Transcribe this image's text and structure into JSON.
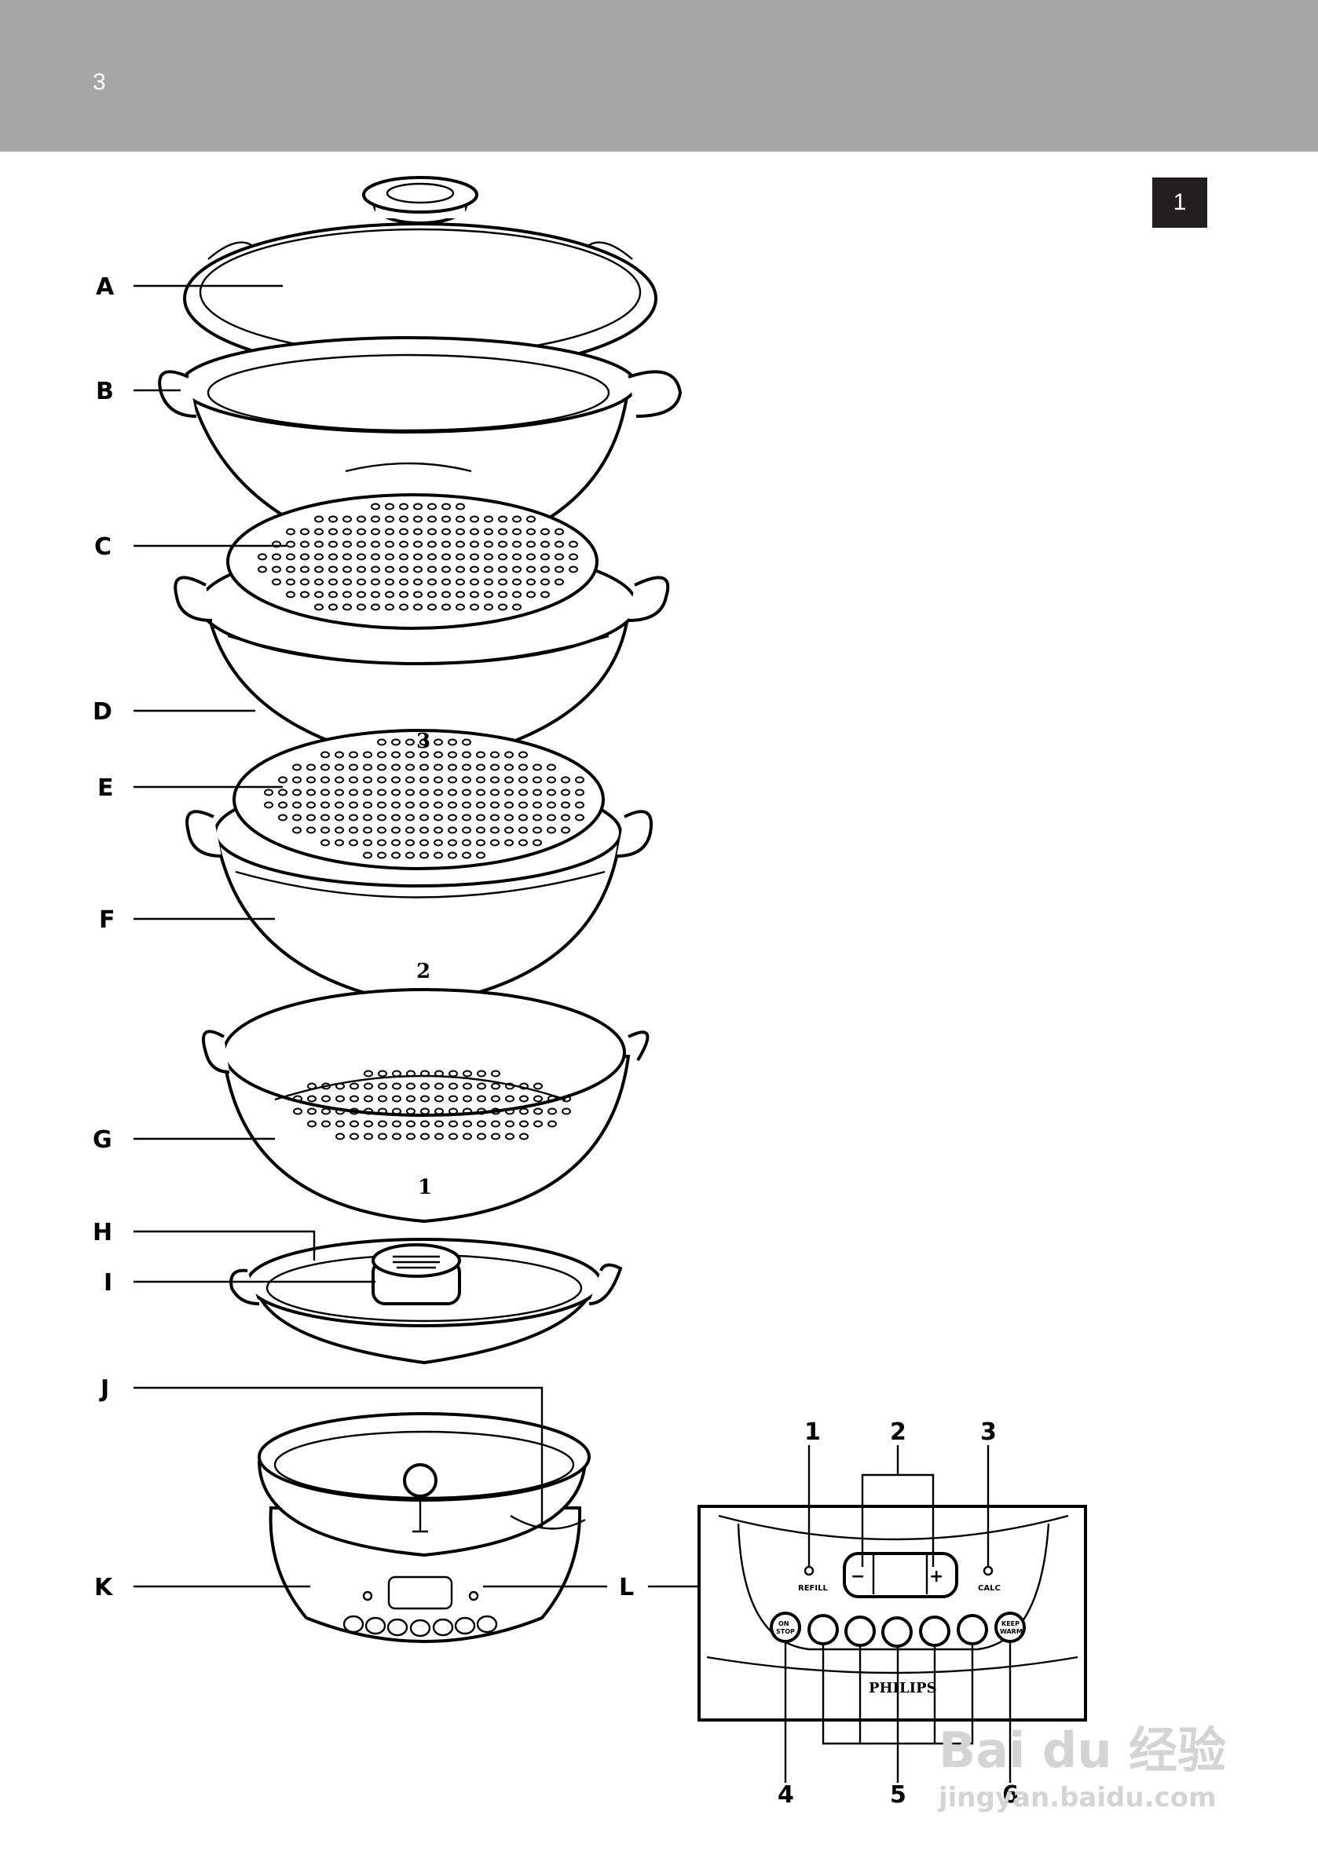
{
  "header": {
    "page_number": "3",
    "figure_number": "1"
  },
  "labels": {
    "A": "A",
    "B": "B",
    "C": "C",
    "D": "D",
    "E": "E",
    "F": "F",
    "G": "G",
    "H": "H",
    "I": "I",
    "J": "J",
    "K": "K",
    "L": "L"
  },
  "tiers": {
    "tier_3": "3",
    "tier_2": "2",
    "tier_1": "1"
  },
  "panel": {
    "callouts": {
      "c1": "1",
      "c2": "2",
      "c3": "3",
      "c4": "4",
      "c5": "5",
      "c6": "6"
    },
    "refill": "REFILL",
    "calc": "CALC",
    "minus": "−",
    "plus": "+",
    "on_line1": "ON",
    "on_line2": "STOP",
    "keep_line1": "KEEP",
    "keep_line2": "WARM",
    "brand": "PHILIPS"
  },
  "watermark": {
    "logo": "Bai du 经验",
    "url": "jingyan.baidu.com"
  }
}
